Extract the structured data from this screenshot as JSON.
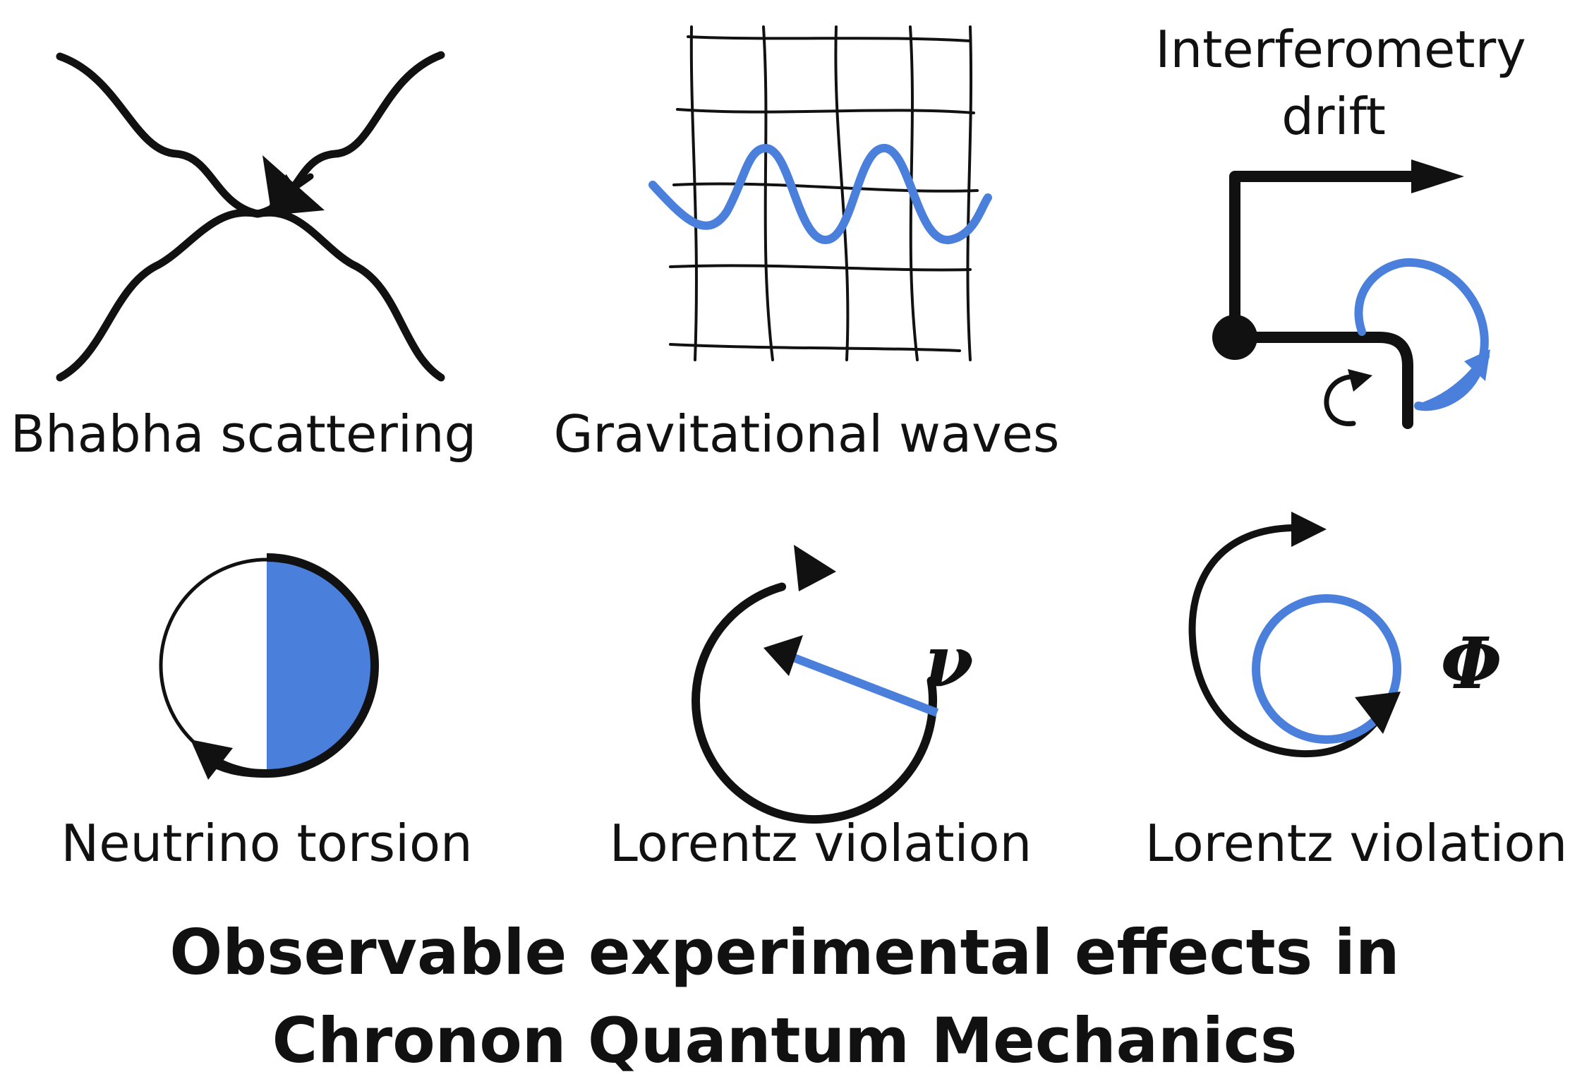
{
  "colors": {
    "ink": "#111111",
    "accent": "#4a7fdb",
    "background": "#ffffff"
  },
  "panels": [
    {
      "id": "bhabha",
      "label": "Bhabha scattering"
    },
    {
      "id": "gravitational",
      "label": "Gravitational waves"
    },
    {
      "id": "interferometry",
      "label_lines": [
        "Interferometry",
        "drift"
      ]
    },
    {
      "id": "neutrino",
      "label": "Neutrino torsion"
    },
    {
      "id": "lorentz-1",
      "label": "Lorentz violation",
      "symbol": "ν"
    },
    {
      "id": "lorentz-2",
      "label": "Lorentz violation",
      "symbol": "Φ"
    }
  ],
  "caption": {
    "line1": "Observable experimental effects in",
    "line2": "Chronon Quantum Mechanics"
  }
}
